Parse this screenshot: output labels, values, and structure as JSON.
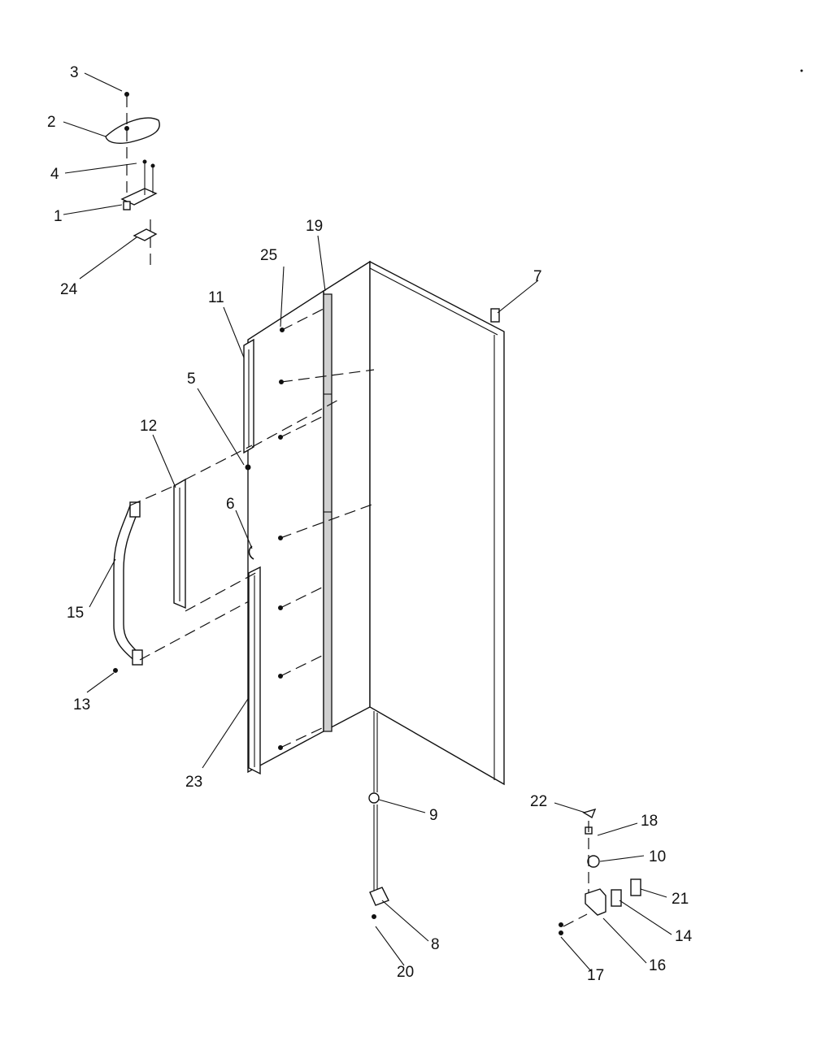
{
  "diagram": {
    "labels": [
      "1",
      "2",
      "3",
      "4",
      "5",
      "6",
      "7",
      "8",
      "9",
      "10",
      "11",
      "12",
      "13",
      "14",
      "15",
      "16",
      "17",
      "18",
      "19",
      "20",
      "21",
      "22",
      "23",
      "24",
      "25"
    ],
    "colors": {
      "ink": "#111111",
      "background": "#ffffff",
      "shade": "#cfcfcf"
    }
  }
}
